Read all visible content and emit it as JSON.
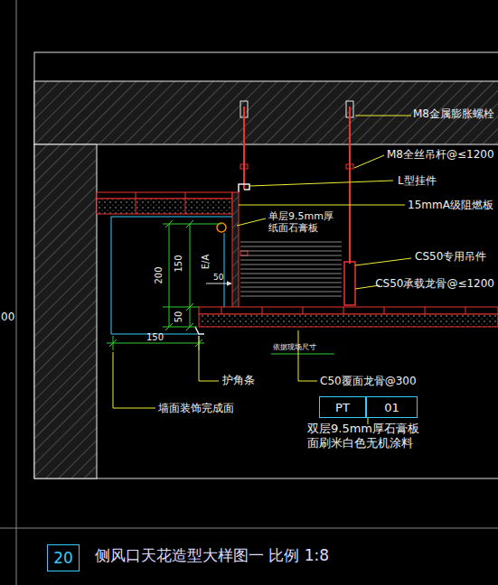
{
  "diagram": {
    "title": "侧风口天花造型大样图一  比例 1:8",
    "nodes": [
      {
        "text": [
          "20"
        ]
      },
      {
        "text": [
          "PT"
        ]
      },
      {
        "text": [
          "01"
        ]
      }
    ],
    "labels": [
      "M8金属膨胀螺栓",
      "M8全丝吊杆@≤1200",
      "L型挂件",
      "15mmA级阻燃板",
      "单层9.5mm厚 纸面石膏板",
      "CS50专用吊件",
      "CS50承载龙骨@≤1200",
      "E/A",
      "150",
      "200",
      "50",
      "50",
      "150",
      "依据现场尺寸",
      "护角条",
      "墙面装饰完成面",
      "C50覆面龙骨@300",
      "双层9.5mm厚石膏板 面刷米白色无机涂料",
      "00"
    ]
  }
}
